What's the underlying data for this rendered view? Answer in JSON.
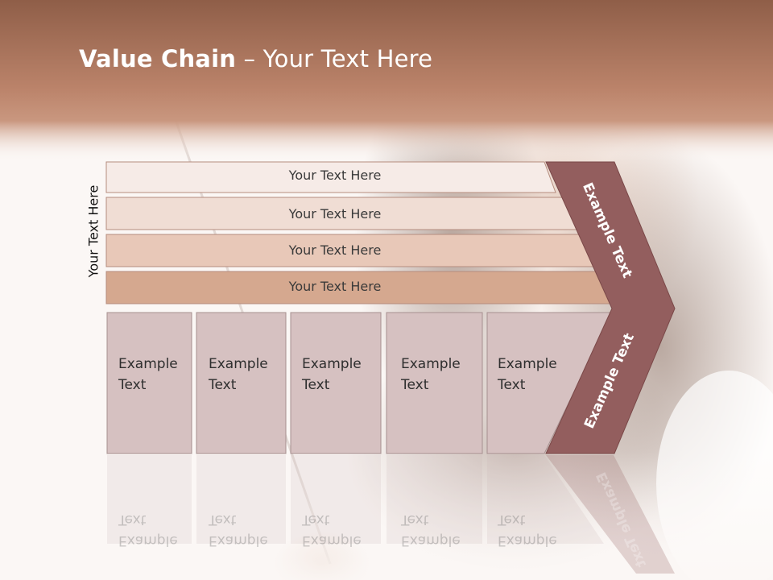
{
  "slide": {
    "title_bold": "Value Chain",
    "title_rest": " – Your Text Here",
    "side_label": "Your Text Here"
  },
  "bars": [
    {
      "label": "Your Text Here",
      "fill": "#f6ebe7"
    },
    {
      "label": "Your Text Here",
      "fill": "#f0ddd4"
    },
    {
      "label": "Your Text Here",
      "fill": "#e8c8b8"
    },
    {
      "label": "Your Text Here",
      "fill": "#d5a88f"
    }
  ],
  "boxes": [
    {
      "line1": "Example",
      "line2": "Text"
    },
    {
      "line1": "Example",
      "line2": "Text"
    },
    {
      "line1": "Example",
      "line2": "Text"
    },
    {
      "line1": "Example",
      "line2": "Text"
    },
    {
      "line1": "Example",
      "line2": "Text"
    }
  ],
  "chevron": {
    "upper_label": "Example Text",
    "lower_label": "Example Text",
    "fill": "#935e5e"
  },
  "colors": {
    "header": "#b88168",
    "box_fill": "#d6c1c1",
    "bar_border": "#b58c7e"
  }
}
